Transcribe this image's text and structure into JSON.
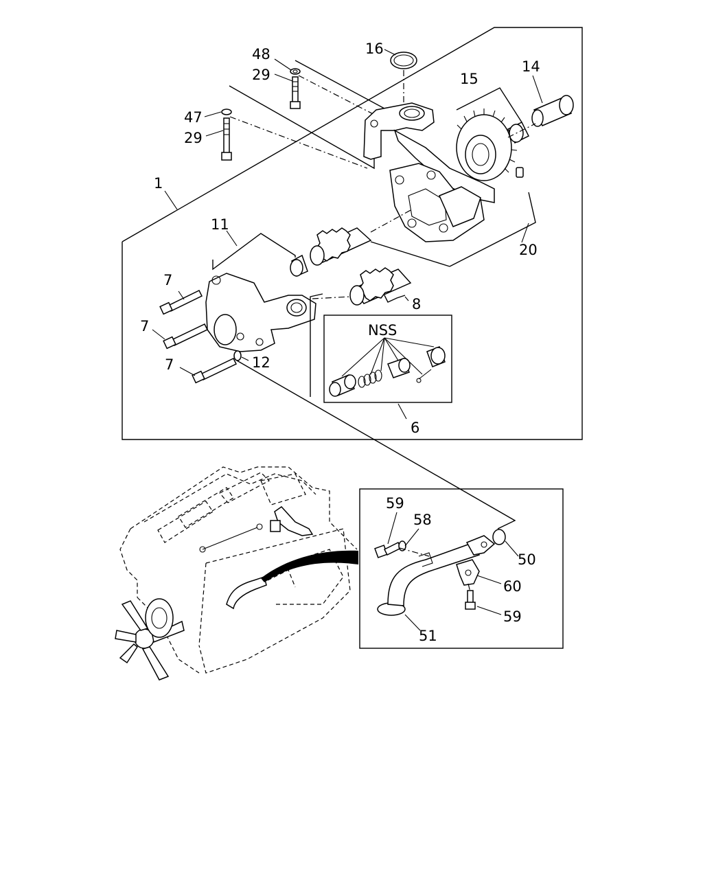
{
  "callouts": {
    "c1": "1",
    "c6": "6",
    "c7a": "7",
    "c7b": "7",
    "c7c": "7",
    "c8": "8",
    "c11": "11",
    "c12": "12",
    "c14": "14",
    "c15": "15",
    "c16": "16",
    "c20": "20",
    "c29a": "29",
    "c29b": "29",
    "c47": "47",
    "c48": "48",
    "c50": "50",
    "c51": "51",
    "c58": "58",
    "c59a": "59",
    "c59b": "59",
    "c60": "60",
    "nss": "NSS"
  }
}
